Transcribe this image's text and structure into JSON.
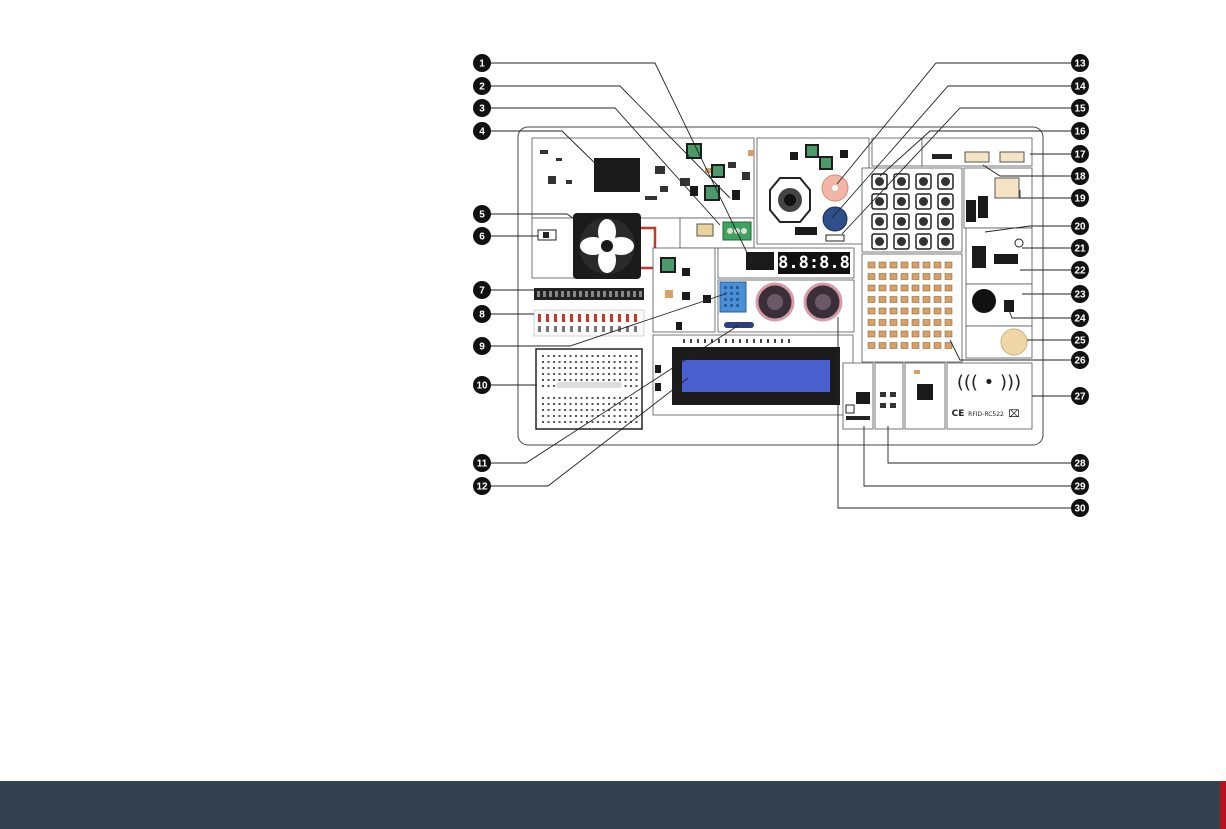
{
  "callouts_left": [
    "1",
    "2",
    "3",
    "4",
    "5",
    "6",
    "7",
    "8",
    "9",
    "10",
    "11",
    "12"
  ],
  "callouts_right": [
    "13",
    "14",
    "15",
    "16",
    "17",
    "18",
    "19",
    "20",
    "21",
    "22",
    "23",
    "24",
    "25",
    "26",
    "27",
    "28",
    "29",
    "30"
  ],
  "board": {
    "segment_display": "8.8:8.8",
    "rfid_label": "RFID-RC522",
    "ce_mark": "CE",
    "rfid_symbol": "((( • )))"
  },
  "colors": {
    "footer": "#334150",
    "footer_accent": "#b5121b",
    "lcd": "#4a5fd0",
    "humidity_sensor": "#4a90d8",
    "button_green": "#4c9a6a",
    "buzzer": "#f3b6a6",
    "speaker": "#2f4f8a",
    "pot_knob": "#f1d6a8"
  }
}
